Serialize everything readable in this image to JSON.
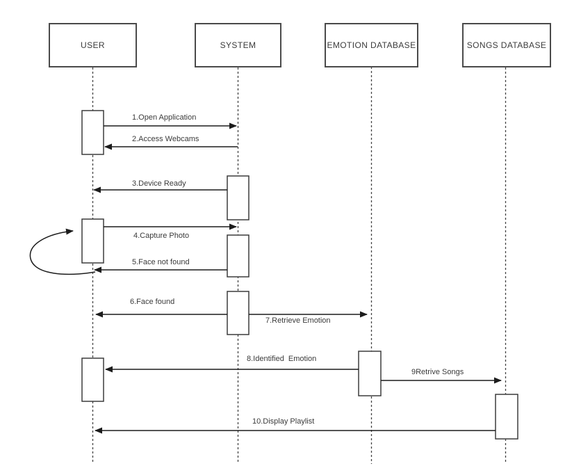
{
  "diagram": {
    "kind": "uml-sequence-diagram",
    "colors": {
      "line": "#404040",
      "box_border": "#4a4a4a",
      "background": "#ffffff",
      "text": "#3a3a3a"
    },
    "actors": [
      {
        "label": "USER"
      },
      {
        "label": "SYSTEM"
      },
      {
        "label": "EMOTION DATABASE"
      },
      {
        "label": "SONGS DATABASE"
      }
    ],
    "messages": [
      {
        "label": "1.Open Application",
        "from": "USER",
        "to": "SYSTEM"
      },
      {
        "label": "2.Access Webcams",
        "from": "SYSTEM",
        "to": "USER"
      },
      {
        "label": "3.Device Ready",
        "from": "SYSTEM",
        "to": "USER"
      },
      {
        "label": "4.Capture Photo",
        "from": "USER",
        "to": "SYSTEM"
      },
      {
        "label": "5.Face not found",
        "from": "SYSTEM",
        "to": "USER"
      },
      {
        "label": "6.Face found",
        "from": "SYSTEM",
        "to": "USER"
      },
      {
        "label": "7.Retrieve Emotion",
        "from": "SYSTEM",
        "to": "EMOTION DATABASE"
      },
      {
        "label": "8.Identified  Emotion",
        "from": "EMOTION DATABASE",
        "to": "USER"
      },
      {
        "label": "9Retrive Songs",
        "from": "EMOTION DATABASE",
        "to": "SONGS DATABASE"
      },
      {
        "label": "10.Display Playlist",
        "from": "SONGS DATABASE",
        "to": "USER"
      }
    ],
    "loop_annotation": {
      "description": "retry arc from message 5 back to message 4 activation"
    }
  }
}
